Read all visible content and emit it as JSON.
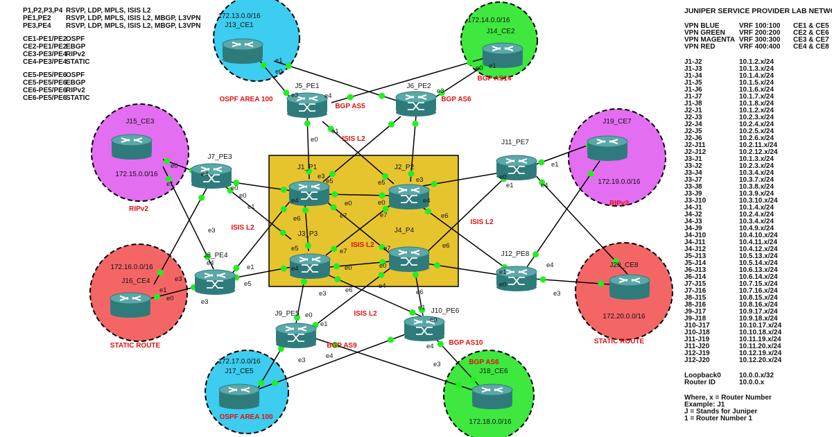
{
  "legend": {
    "groups": [
      [
        [
          "P1,P2,P3,P4",
          "RSVP, LDP, MPLS, ISIS L2"
        ],
        [
          "PE1,PE2",
          "RSVP, LDP, MPLS, ISIS L2, MBGP, L3VPN"
        ],
        [
          "PE3,PE4",
          "RSVP, LDP, MPLS, ISIS L2, MBGP, L3VPN"
        ]
      ],
      [
        [
          "CE1-PE1/PE2",
          "OSPF"
        ],
        [
          "CE2-PE1/PE2",
          "EBGP"
        ],
        [
          "CE3-PE3/PE4",
          "RIPv2"
        ],
        [
          "CE4-PE3/PE4",
          "STATIC"
        ]
      ],
      [
        [
          "CE5-PE5/PE6",
          "OSPF"
        ],
        [
          "CE5-PE5/PE6",
          "EBGP"
        ],
        [
          "CE6-PE5/PE6",
          "RIPv2"
        ],
        [
          "CE6-PE5/PE6",
          "STATIC"
        ]
      ]
    ]
  },
  "side": {
    "title": "JUNIPER SERVICE PROVIDER LAB NETWORK",
    "vpns": [
      [
        "VPN BLUE",
        "VRF 100:100",
        "CE1 & CE5"
      ],
      [
        "VPN GREEN",
        "VRF 200:200",
        "CE2 & CE6"
      ],
      [
        "VPN MAGENTA",
        "VRF 300:300",
        "CE3 & CE7"
      ],
      [
        "VPN RED",
        "VRF 400:400",
        "CE4 & CE8"
      ]
    ],
    "links": [
      [
        "J1-J2",
        "10.1.2.x/24"
      ],
      [
        "J1-J3",
        "10.1.3.x/24"
      ],
      [
        "J1-J4",
        "10.1.4.x/24"
      ],
      [
        "J1-J5",
        "10.1.5.x/24"
      ],
      [
        "J1-J6",
        "10.1.6.x/24"
      ],
      [
        "J1-J7",
        "10.1.7.x/24"
      ],
      [
        "J1-J8",
        "10.1.8.x/24"
      ],
      [
        "J2-J1",
        "10.1.2.x/24"
      ],
      [
        "J2-J3",
        "10.2.3.x/24"
      ],
      [
        "J2-J4",
        "10.2.4.x/24"
      ],
      [
        "J2-J5",
        "10.2.5.x/24"
      ],
      [
        "J2-J6",
        "10.2.6.x/24"
      ],
      [
        "J2-J11",
        "10.2.11.x/24"
      ],
      [
        "J2-J12",
        "10.2.12.x/24"
      ],
      [
        "J3-J1",
        "10.1.3.x/24"
      ],
      [
        "J3-J2",
        "10.2.3.x/24"
      ],
      [
        "J3-J4",
        "10.3.4.x/24"
      ],
      [
        "J3-J7",
        "10.3.7.x/24"
      ],
      [
        "J3-J8",
        "10.3.8.x/24"
      ],
      [
        "J3-J9",
        "10.3.9.x/24"
      ],
      [
        "J3-J10",
        "10.3.10.x/24"
      ],
      [
        "J4-J1",
        "10.1.4.x/24"
      ],
      [
        "J4-J2",
        "10.2.4.x/24"
      ],
      [
        "J4-J3",
        "10.3.4.x/24"
      ],
      [
        "J4-J9",
        "10.4.9.x/24"
      ],
      [
        "J4-J10",
        "10.4.10.x/24"
      ],
      [
        "J4-J11",
        "10.4.11.x/24"
      ],
      [
        "J4-J12",
        "10.4.12.x/24"
      ],
      [
        "J5-J13",
        "10.5.13.x/24"
      ],
      [
        "J5-J14",
        "10.5.14.x/24"
      ],
      [
        "J6-J13",
        "10.6.13.x/24"
      ],
      [
        "J6-J14",
        "10.6.14.x/24"
      ],
      [
        "J7-J15",
        "10.7.15.x/24"
      ],
      [
        "J7-J16",
        "10.7.16.x/24"
      ],
      [
        "J8-J15",
        "10.8.15.x/24"
      ],
      [
        "J8-J16",
        "10.8.16.x/24"
      ],
      [
        "J9-J17",
        "10.9.17.x/24"
      ],
      [
        "J9-J18",
        "10.9.18.x/24"
      ],
      [
        "J10-J17",
        "10.10.17.x/24"
      ],
      [
        "J10-J18",
        "10.10.18.x/24"
      ],
      [
        "J11-J19",
        "10.11.19.x/24"
      ],
      [
        "J11-J20",
        "10.11.20.x/24"
      ],
      [
        "J12-J19",
        "10.12.19.x/24"
      ],
      [
        "J12-J20",
        "10.12.20.x/24"
      ]
    ],
    "ids": [
      [
        "Loopback0",
        "10.0.0.x/32"
      ],
      [
        "Router ID",
        "10.0.0.x"
      ]
    ],
    "notes": [
      "Where, x = Router Number",
      "Example: J1",
      "J = Stands for Juniper",
      "1 = Router Number 1"
    ]
  },
  "colors": {
    "blue": "#3ccdf0",
    "green": "#3ee83e",
    "magenta": "#e46ef2",
    "red": "#f46666",
    "core": "#e6c42e",
    "router": "#3a8888",
    "port": "#22ee22",
    "protocol_label": "#e01010"
  },
  "sites": [
    {
      "id": "J13_CE1",
      "subnet": "172.13.0.0/16",
      "tag": "OSPF AREA 100",
      "color": "blue"
    },
    {
      "id": "J14_CE2",
      "subnet": "172.14.0.0/16",
      "tag": "BGP AS14",
      "color": "green"
    },
    {
      "id": "J15_CE3",
      "subnet": "172.15.0.0/16",
      "tag": "RIPv2",
      "color": "magenta"
    },
    {
      "id": "J16_CE4",
      "subnet": "172.16.0.0/16",
      "tag": "STATIC ROUTE",
      "color": "red"
    },
    {
      "id": "J17_CE5",
      "subnet": "172.17.0.0/16",
      "tag": "OSPF AREA 100",
      "color": "blue"
    },
    {
      "id": "J18_CE6",
      "subnet": "172.18.0.0/16",
      "tag": "BGP AS6",
      "color": "green"
    },
    {
      "id": "J19_CE7",
      "subnet": "172.19.0.0/16",
      "tag": "RIPv2",
      "color": "magenta"
    },
    {
      "id": "J20_CE8",
      "subnet": "172.20.0.0/16",
      "tag": "STATIC ROUTE",
      "color": "red"
    }
  ],
  "routers": [
    "J5_PE1",
    "J6_PE2",
    "J1_P1",
    "J2_P2",
    "J3_P3",
    "J4_P4",
    "J7_PE3",
    "J8_PE4",
    "J11_PE7",
    "J12_PE8",
    "J9_PE5",
    "J10_PE6"
  ],
  "protocol_labels": [
    "ISIS L2",
    "ISIS L2",
    "ISIS L2",
    "ISIS L2",
    "ISIS L2",
    "BGP AS5",
    "BGP AS6",
    "BGP AS9",
    "BGP AS10"
  ],
  "interfaces": [
    "e1",
    "e0",
    "e3",
    "e4",
    "e3",
    "e1",
    "e0",
    "e1",
    "e0",
    "e3",
    "e4",
    "e5",
    "e5",
    "e3",
    "e4",
    "e0",
    "e0",
    "e6",
    "e7",
    "e7",
    "e6",
    "e6",
    "e5",
    "e4",
    "e7",
    "e0",
    "e0",
    "e7",
    "e6",
    "e4",
    "e3",
    "e6",
    "e5",
    "e3",
    "e1",
    "e0",
    "e1",
    "e0",
    "e4",
    "e0",
    "e1",
    "e3",
    "e4",
    "e1",
    "e0",
    "e3",
    "e1",
    "e0",
    "e4",
    "e1",
    "e4",
    "e0",
    "e1",
    "e3",
    "e3",
    "e0",
    "e1",
    "e4",
    "e3",
    "e4",
    "e0",
    "e1"
  ]
}
